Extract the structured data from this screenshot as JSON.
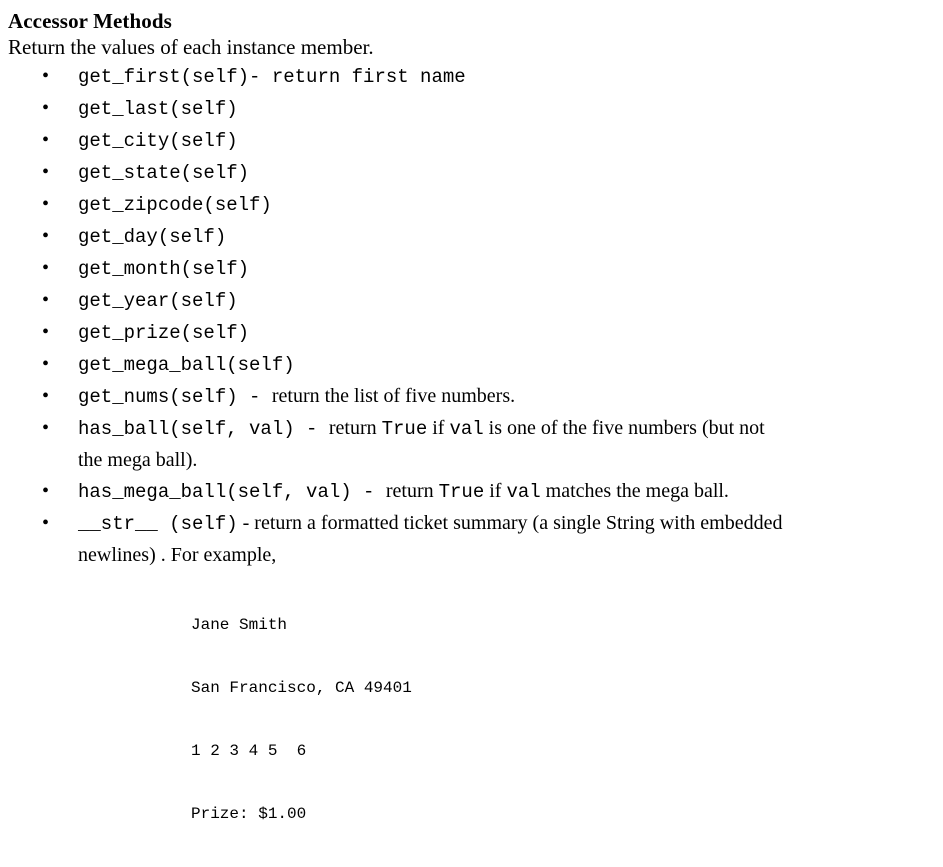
{
  "document": {
    "heading": "Accessor Methods",
    "subtitle": "Return the values of each instance member.",
    "bullet_glyph": "•"
  },
  "methods": [
    {
      "signature": "get_first(self)- return first name",
      "desc_parts": []
    },
    {
      "signature": "get_last(self)",
      "desc_parts": []
    },
    {
      "signature": "get_city(self)",
      "desc_parts": []
    },
    {
      "signature": "get_state(self)",
      "desc_parts": []
    },
    {
      "signature": "get_zipcode(self)",
      "desc_parts": []
    },
    {
      "signature": "get_day(self)",
      "desc_parts": []
    },
    {
      "signature": "get_month(self)",
      "desc_parts": []
    },
    {
      "signature": "get_year(self)",
      "desc_parts": []
    },
    {
      "signature": "get_prize(self)",
      "desc_parts": []
    },
    {
      "signature": "get_mega_ball(self)",
      "desc_parts": []
    }
  ],
  "method_nums": {
    "signature": "get_nums(self) ",
    "dash": "- ",
    "desc": "return the list of five numbers."
  },
  "method_has_ball": {
    "signature": "has_ball(self, val) ",
    "dash": "- ",
    "desc_a": "return ",
    "code_true": "True",
    "desc_b": " if ",
    "code_val": "val",
    "desc_c": " is one of the five numbers (but not",
    "desc_wrap": "the mega ball)."
  },
  "method_has_mega_ball": {
    "signature": "has_mega_ball(self, val) ",
    "dash": "- ",
    "desc_a": "return ",
    "code_true": "True",
    "desc_b": " if ",
    "code_val": "val",
    "desc_c": " matches the mega ball."
  },
  "method_str": {
    "signature": "__str__ (self)",
    "desc_a": " - return a formatted ticket summary (a single String with embedded",
    "desc_wrap": "newlines) . For example,"
  },
  "example_output": {
    "lines": [
      "Jane Smith",
      "San Francisco, CA 49401",
      "1 2 3 4 5  6",
      "Prize: $1.00"
    ]
  }
}
